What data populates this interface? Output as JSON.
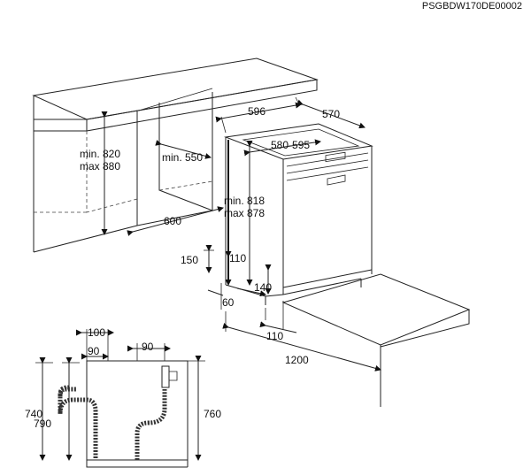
{
  "diagram": {
    "code": "PSGBDW170DE00002",
    "labels": {
      "cabinet_height_min": "min. 820",
      "cabinet_height_max": "max 880",
      "cabinet_depth_min": "min. 550",
      "cabinet_depth": "600",
      "width": "596",
      "depth": "570",
      "top_width_range": "580-595",
      "appliance_height_min": "min. 818",
      "appliance_height_max": "max 878",
      "plinth_150": "150",
      "plinth_110": "110",
      "plinth_140": "140",
      "foot_60": "60",
      "foot_110": "110",
      "door_open_1200": "1200"
    },
    "bottom_view": {
      "dim_100": "100",
      "dim_90_left": "90",
      "dim_90_right": "90",
      "height_740": "740",
      "height_790": "790",
      "height_760": "760"
    }
  }
}
